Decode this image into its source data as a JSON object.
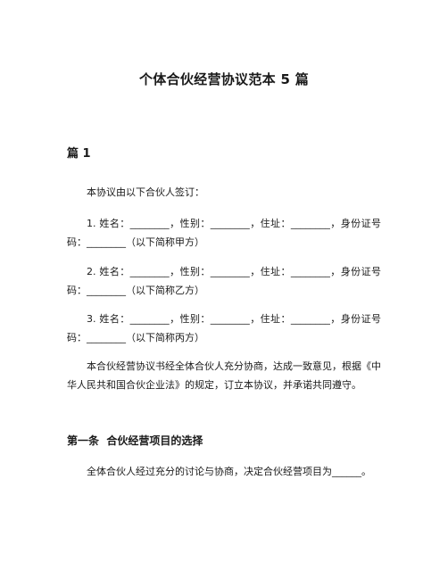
{
  "document": {
    "title": "个体合伙经营协议范本 5 篇",
    "section_heading": "篇 1",
    "paragraphs": {
      "intro": "本协议由以下合伙人签订：",
      "party1": "1. 姓名：________，性别：________，住址：________，身份证号码：________（以下简称甲方）",
      "party2": "2. 姓名：________，性别：________，住址：________，身份证号码：________（以下简称乙方）",
      "party3": "3. 姓名：________，性别：________，住址：________，身份证号码：________（以下简称丙方）",
      "preamble": "本合伙经营协议书经全体合伙人充分协商，达成一致意见，根据《中华人民共和国合伙企业法》的规定，订立本协议，并承诺共同遵守。",
      "article1_text": "全体合伙人经过充分的讨论与协商，决定合伙经营项目为______。"
    },
    "article1_heading": "第一条  合伙经营项目的选择"
  }
}
